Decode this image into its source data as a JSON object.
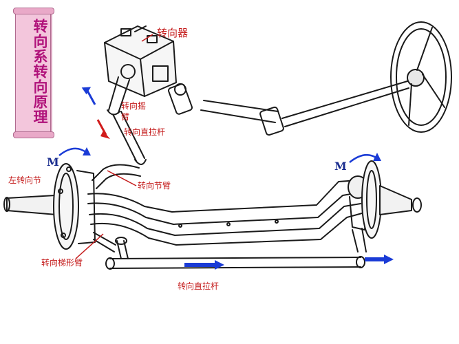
{
  "title": "转向系转向原理",
  "labels": {
    "steering_gear": "转向器",
    "pitman_arm_line1": "转向摇",
    "pitman_arm_line2": "臂",
    "drag_link": "转向直拉杆",
    "left_knuckle": "左转向节",
    "knuckle_arm": "转向节臂",
    "trapezoid_arm": "转向梯形臂",
    "tie_rod": "转向直拉杆",
    "moment_left": "M",
    "moment_right": "M"
  },
  "colors": {
    "label_red": "#c41a1a",
    "title_pink": "#b0127a",
    "scroll_bg": "#f3c6dc",
    "arrow_blue": "#1a3bd6",
    "arrow_red": "#d11c1c",
    "line_dark": "#1a1a1a"
  },
  "icons": [
    "steering-wheel-icon",
    "steering-gear-icon",
    "front-axle-icon",
    "motion-arrow-icon",
    "rotation-arrow-icon"
  ]
}
